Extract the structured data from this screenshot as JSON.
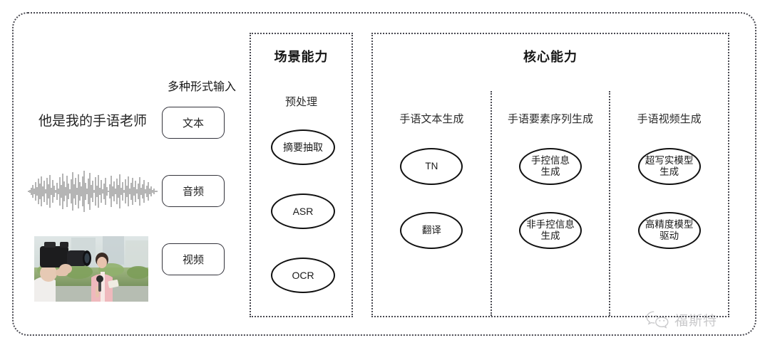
{
  "diagram": {
    "input_section": {
      "heading": "多种形式输入",
      "sample_text": "他是我的手语老师",
      "modalities": [
        {
          "label": "文本",
          "media": "text-sentence"
        },
        {
          "label": "音频",
          "media": "audio-waveform"
        },
        {
          "label": "视频",
          "media": "video-thumbnail"
        }
      ]
    },
    "scene_panel": {
      "title": "场景能力",
      "subtitle": "预处理",
      "nodes": [
        {
          "label": "摘要抽取"
        },
        {
          "label": "ASR"
        },
        {
          "label": "OCR"
        }
      ]
    },
    "core_panel": {
      "title": "核心能力",
      "columns": [
        {
          "title": "手语文本生成",
          "nodes": [
            {
              "line1": "TN",
              "line2": ""
            },
            {
              "line1": "翻译",
              "line2": ""
            }
          ]
        },
        {
          "title": "手语要素序列生成",
          "nodes": [
            {
              "line1": "手控信息",
              "line2": "生成"
            },
            {
              "line1": "非手控信息",
              "line2": "生成"
            }
          ]
        },
        {
          "title": "手语视频生成",
          "nodes": [
            {
              "line1": "超写实模型",
              "line2": "生成"
            },
            {
              "line1": "高精度模型",
              "line2": "驱动"
            }
          ]
        }
      ]
    },
    "watermark": {
      "text": "福斯特",
      "logo": "wechat-icon"
    },
    "colors": {
      "background": "#ffffff",
      "border_dotted": "#4a4a52",
      "node_stroke": "#111111",
      "text": "#1a1a1a",
      "watermark_text": "#6d6d72"
    }
  }
}
